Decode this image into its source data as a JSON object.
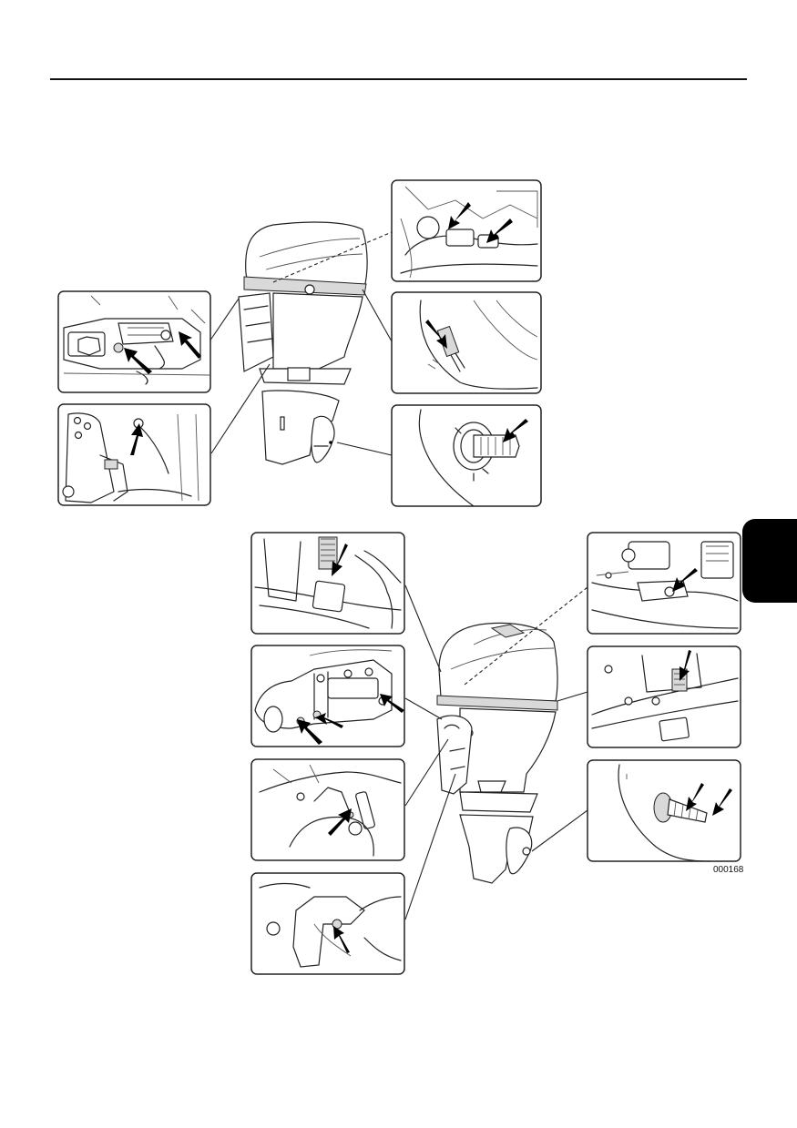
{
  "figure": {
    "code": "000168"
  },
  "panels": [
    {
      "id": "upper-top-right",
      "desc": "cowl-lock"
    },
    {
      "id": "upper-mid-right",
      "desc": "bracket"
    },
    {
      "id": "upper-bottom-right",
      "desc": "propeller-shaft"
    },
    {
      "id": "upper-top-left",
      "desc": "swivel"
    },
    {
      "id": "upper-bottom-left",
      "desc": "clamp"
    },
    {
      "id": "lower-left-1",
      "desc": "tiller"
    },
    {
      "id": "lower-left-2",
      "desc": "steering"
    },
    {
      "id": "lower-left-3",
      "desc": "tilt-lever"
    },
    {
      "id": "lower-left-4",
      "desc": "clamp-bracket"
    },
    {
      "id": "lower-right-1",
      "desc": "fuel-connector"
    },
    {
      "id": "lower-right-2",
      "desc": "cowl-latch"
    },
    {
      "id": "lower-right-3",
      "desc": "propeller-shaft"
    }
  ],
  "colors": {
    "ink": "#222222",
    "tab": "#000000",
    "paper": "#ffffff"
  }
}
